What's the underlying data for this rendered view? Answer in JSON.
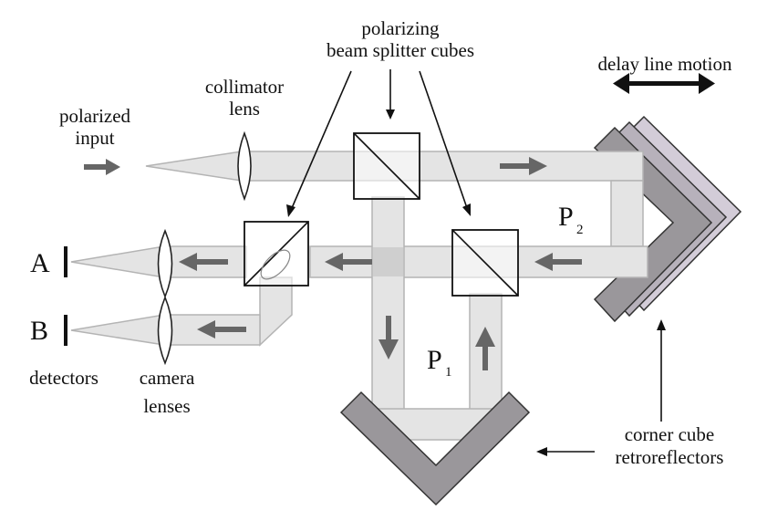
{
  "labels": {
    "polarized_input_line1": "polarized",
    "polarized_input_line2": "input",
    "collimator_line1": "collimator",
    "collimator_line2": "lens",
    "splitter_line1": "polarizing",
    "splitter_line2": "beam splitter cubes",
    "delay_line": "delay line motion",
    "port_a": "A",
    "port_b": "B",
    "detectors": "detectors",
    "camera_line1": "camera",
    "camera_line2": "lenses",
    "p1_main": "P",
    "p1_sub": "1",
    "p2_main": "P",
    "p2_sub": "2",
    "retro_line1": "corner cube",
    "retro_line2": "retroreflectors"
  },
  "colors": {
    "beam_fill": "#e4e4e4",
    "beam_edge": "#b4b4b4",
    "retroreflector_front": "#9a979b",
    "retroreflector_middle": "#b7b1bb",
    "retroreflector_back": "#d3ccd8",
    "beam_arrow": "#666666",
    "ink": "#111111"
  }
}
